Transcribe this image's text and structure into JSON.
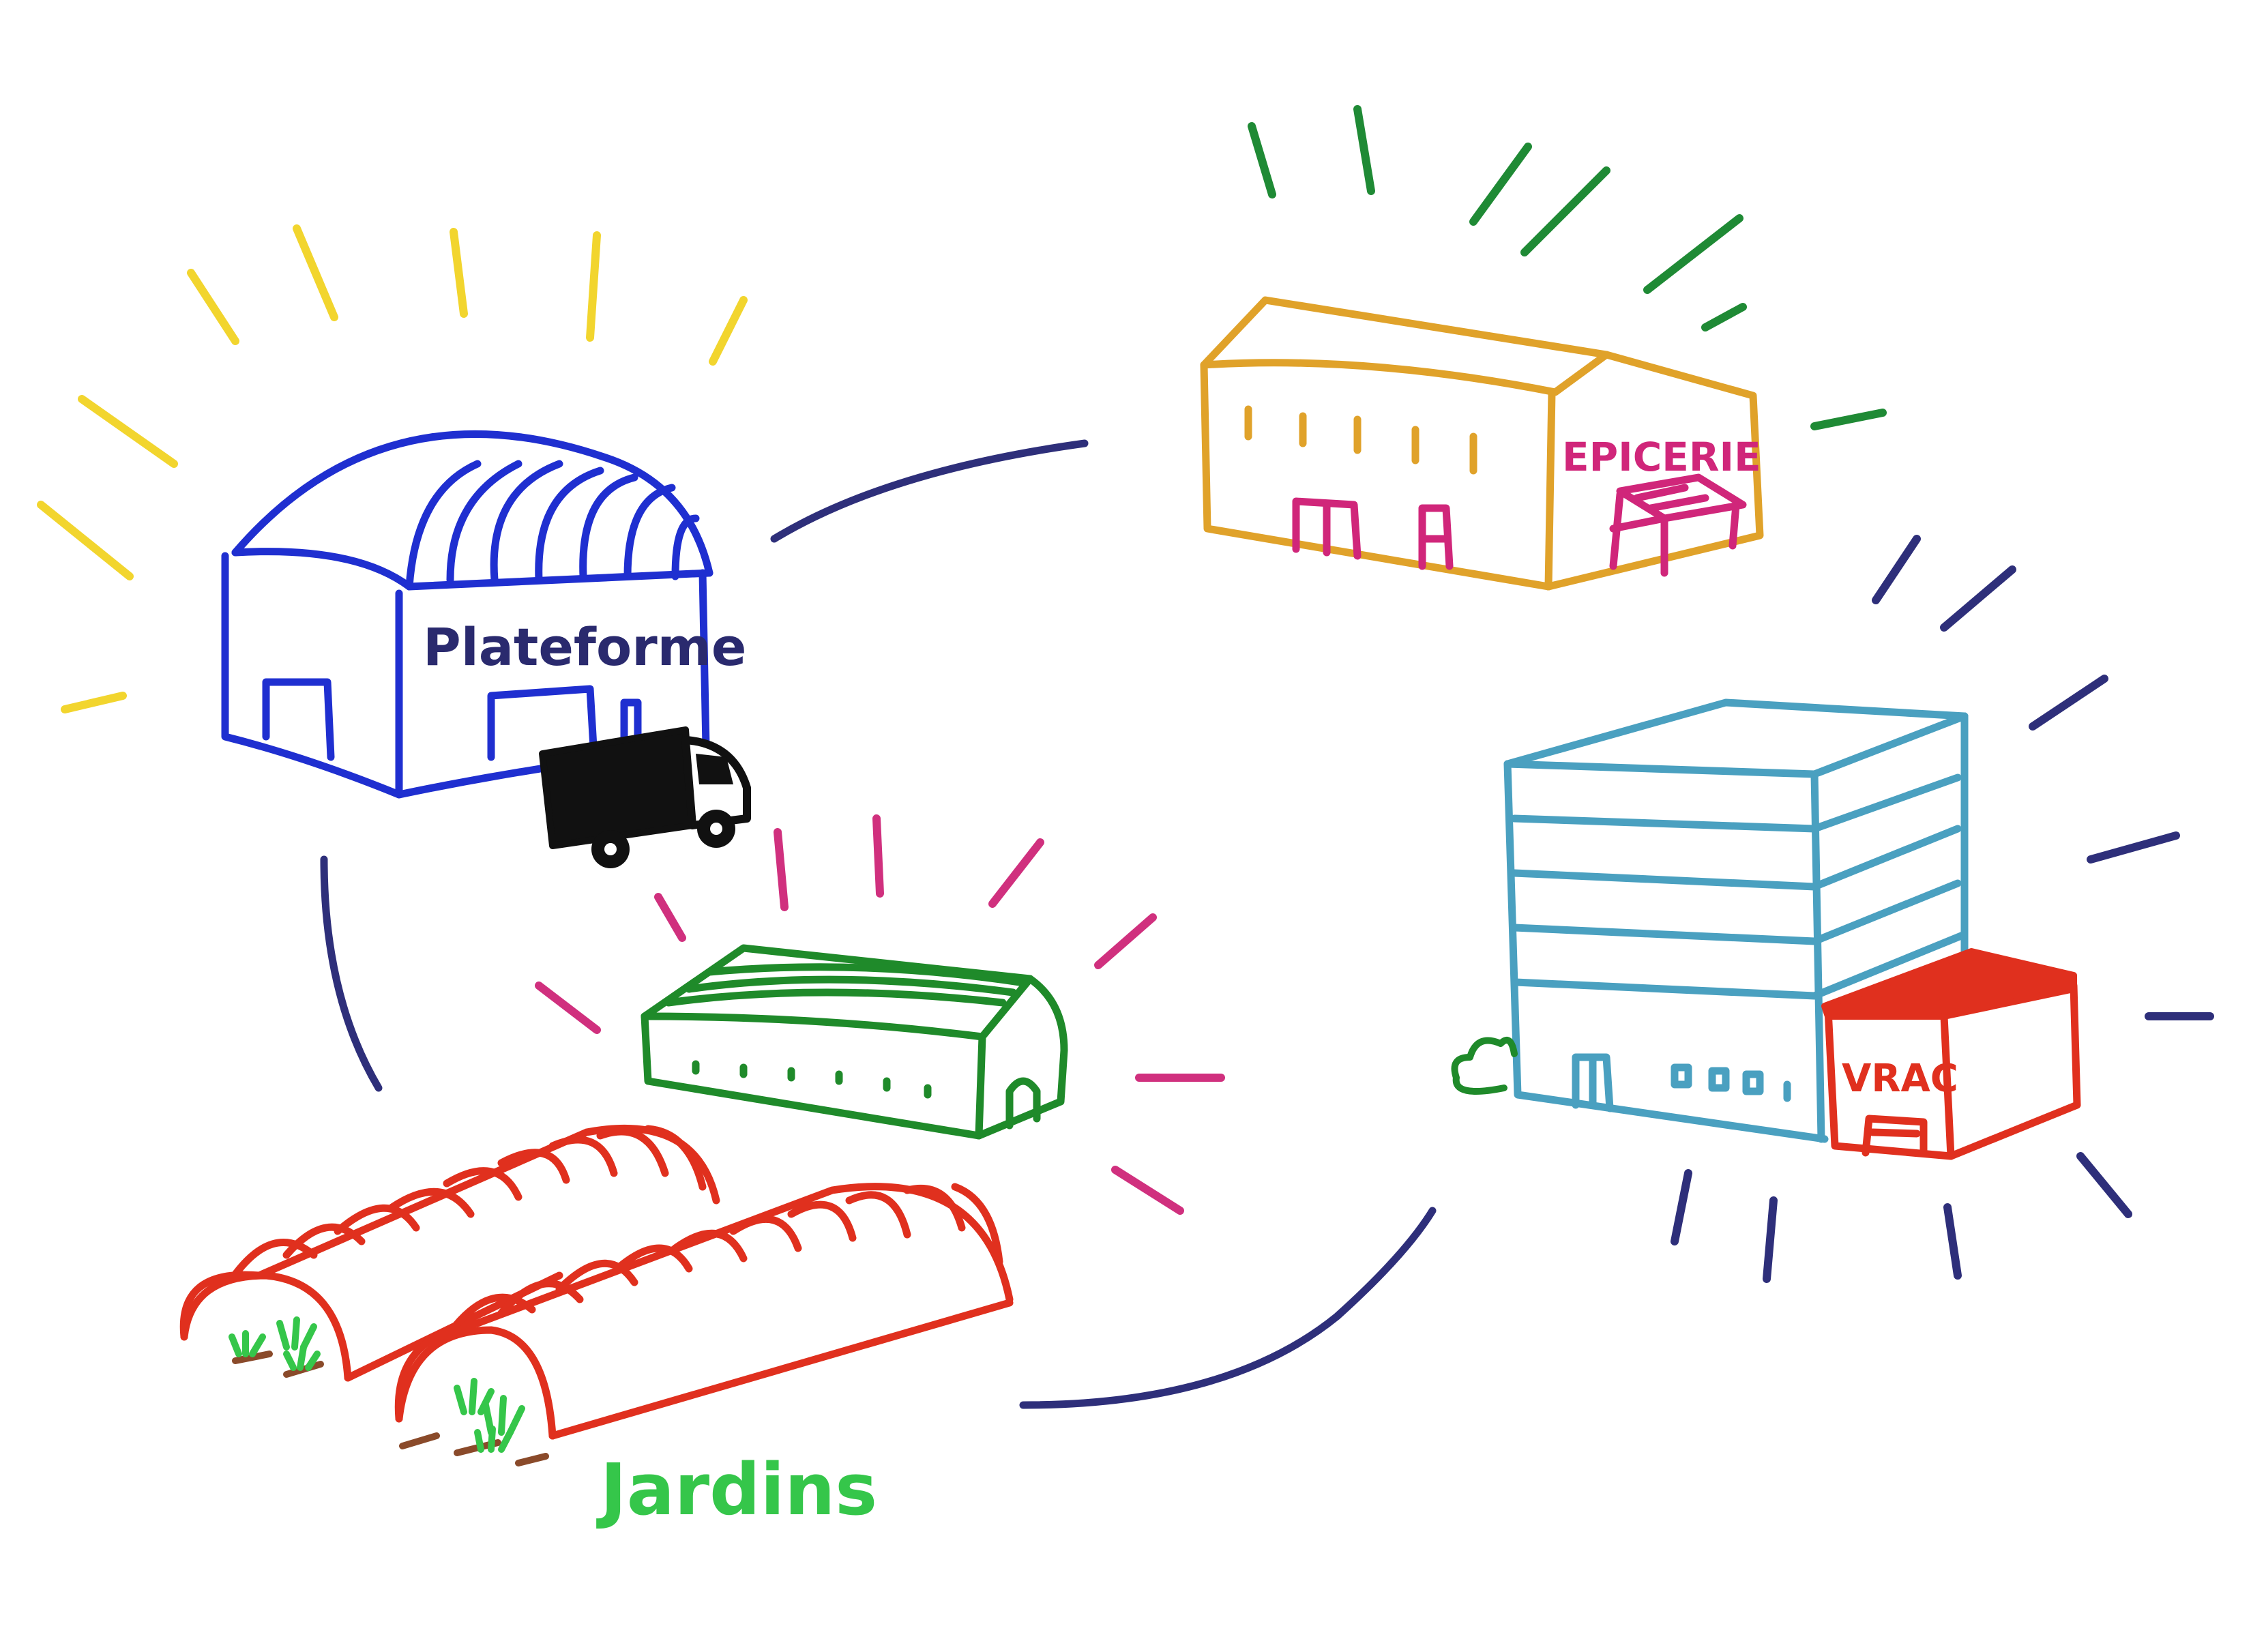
{
  "labels": {
    "plateforme": "Plateforme",
    "epicerie": "EPICERIE",
    "vrac": "VRAC",
    "jardins": "Jardins"
  },
  "colors": {
    "plateforme": "#1f2fd0",
    "plateforme_text": "#2a2a6e",
    "sun_yellow": "#f2d52e",
    "epicerie": "#e0a22a",
    "epicerie_text": "#d0267a",
    "connector": "#2e2f7a",
    "rays_green": "#1f8a35",
    "rays_magenta": "#d0307e",
    "rays_navy": "#2e2f7a",
    "office": "#4aa0c0",
    "vrac": "#e0301e",
    "farm": "#1f8a2a",
    "greenhouse": "#e0301e",
    "plants": "#35c64a",
    "soil": "#8a4a2a",
    "jardins_text": "#35c64a",
    "truck": "#111111"
  }
}
